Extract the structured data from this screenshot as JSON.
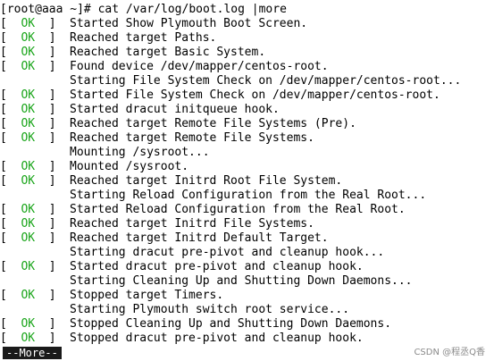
{
  "prompt": "[root@aaa ~]# cat /var/log/boot.log |more",
  "ok_text": "OK",
  "lines": [
    {
      "ok": true,
      "text": "Started Show Plymouth Boot Screen."
    },
    {
      "ok": true,
      "text": "Reached target Paths."
    },
    {
      "ok": true,
      "text": "Reached target Basic System."
    },
    {
      "ok": true,
      "text": "Found device /dev/mapper/centos-root."
    },
    {
      "ok": false,
      "text": "Starting File System Check on /dev/mapper/centos-root..."
    },
    {
      "ok": true,
      "text": "Started File System Check on /dev/mapper/centos-root."
    },
    {
      "ok": true,
      "text": "Started dracut initqueue hook."
    },
    {
      "ok": true,
      "text": "Reached target Remote File Systems (Pre)."
    },
    {
      "ok": true,
      "text": "Reached target Remote File Systems."
    },
    {
      "ok": false,
      "text": "Mounting /sysroot..."
    },
    {
      "ok": true,
      "text": "Mounted /sysroot."
    },
    {
      "ok": true,
      "text": "Reached target Initrd Root File System."
    },
    {
      "ok": false,
      "text": "Starting Reload Configuration from the Real Root..."
    },
    {
      "ok": true,
      "text": "Started Reload Configuration from the Real Root."
    },
    {
      "ok": true,
      "text": "Reached target Initrd File Systems."
    },
    {
      "ok": true,
      "text": "Reached target Initrd Default Target."
    },
    {
      "ok": false,
      "text": "Starting dracut pre-pivot and cleanup hook..."
    },
    {
      "ok": true,
      "text": "Started dracut pre-pivot and cleanup hook."
    },
    {
      "ok": false,
      "text": "Starting Cleaning Up and Shutting Down Daemons..."
    },
    {
      "ok": true,
      "text": "Stopped target Timers."
    },
    {
      "ok": false,
      "text": "Starting Plymouth switch root service..."
    },
    {
      "ok": true,
      "text": "Stopped Cleaning Up and Shutting Down Daemons."
    },
    {
      "ok": true,
      "text": "Stopped dracut pre-pivot and cleanup hook."
    }
  ],
  "more_prompt": "--More--",
  "watermark": "CSDN @程丞Q香",
  "colors": {
    "ok": "#1aa51a",
    "background": "#ffffff",
    "text": "#000000",
    "more_bg": "#1a1a1a"
  }
}
